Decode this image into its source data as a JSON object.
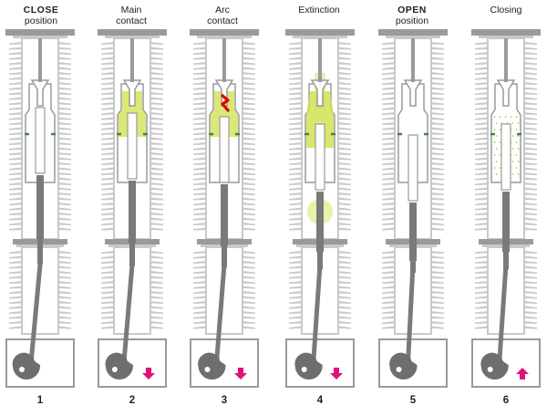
{
  "colors": {
    "insulator": "#c9c9c9",
    "metal": "#9a9a9a",
    "rod": "#7a7a7a",
    "crank": "#6e6e6e",
    "contact_glow": "#cfe04a",
    "arc": "#e30000",
    "arrow": "#e0127a",
    "ring": "#3a8a3a"
  },
  "stages": [
    {
      "title_bold": "CLOSE",
      "title": "position",
      "number": "1",
      "state": "closed",
      "arrow": "none",
      "glow": "none",
      "arc": false
    },
    {
      "title_bold": "",
      "title": "Main",
      "title2": "contact",
      "number": "2",
      "state": "opening",
      "arrow": "down",
      "glow": "chamber",
      "arc": false
    },
    {
      "title_bold": "",
      "title": "Arc",
      "title2": "contact",
      "number": "3",
      "state": "arc",
      "arrow": "down",
      "glow": "chamber",
      "arc": true
    },
    {
      "title_bold": "",
      "title": "Extinction",
      "title2": "",
      "number": "4",
      "state": "extinction",
      "arrow": "down",
      "glow": "blast",
      "arc": false
    },
    {
      "title_bold": "OPEN",
      "title": "position",
      "number": "5",
      "state": "open",
      "arrow": "none",
      "glow": "none",
      "arc": false
    },
    {
      "title_bold": "",
      "title": "Closing",
      "title2": "",
      "number": "6",
      "state": "closing",
      "arrow": "up",
      "glow": "dots",
      "arc": false
    }
  ]
}
